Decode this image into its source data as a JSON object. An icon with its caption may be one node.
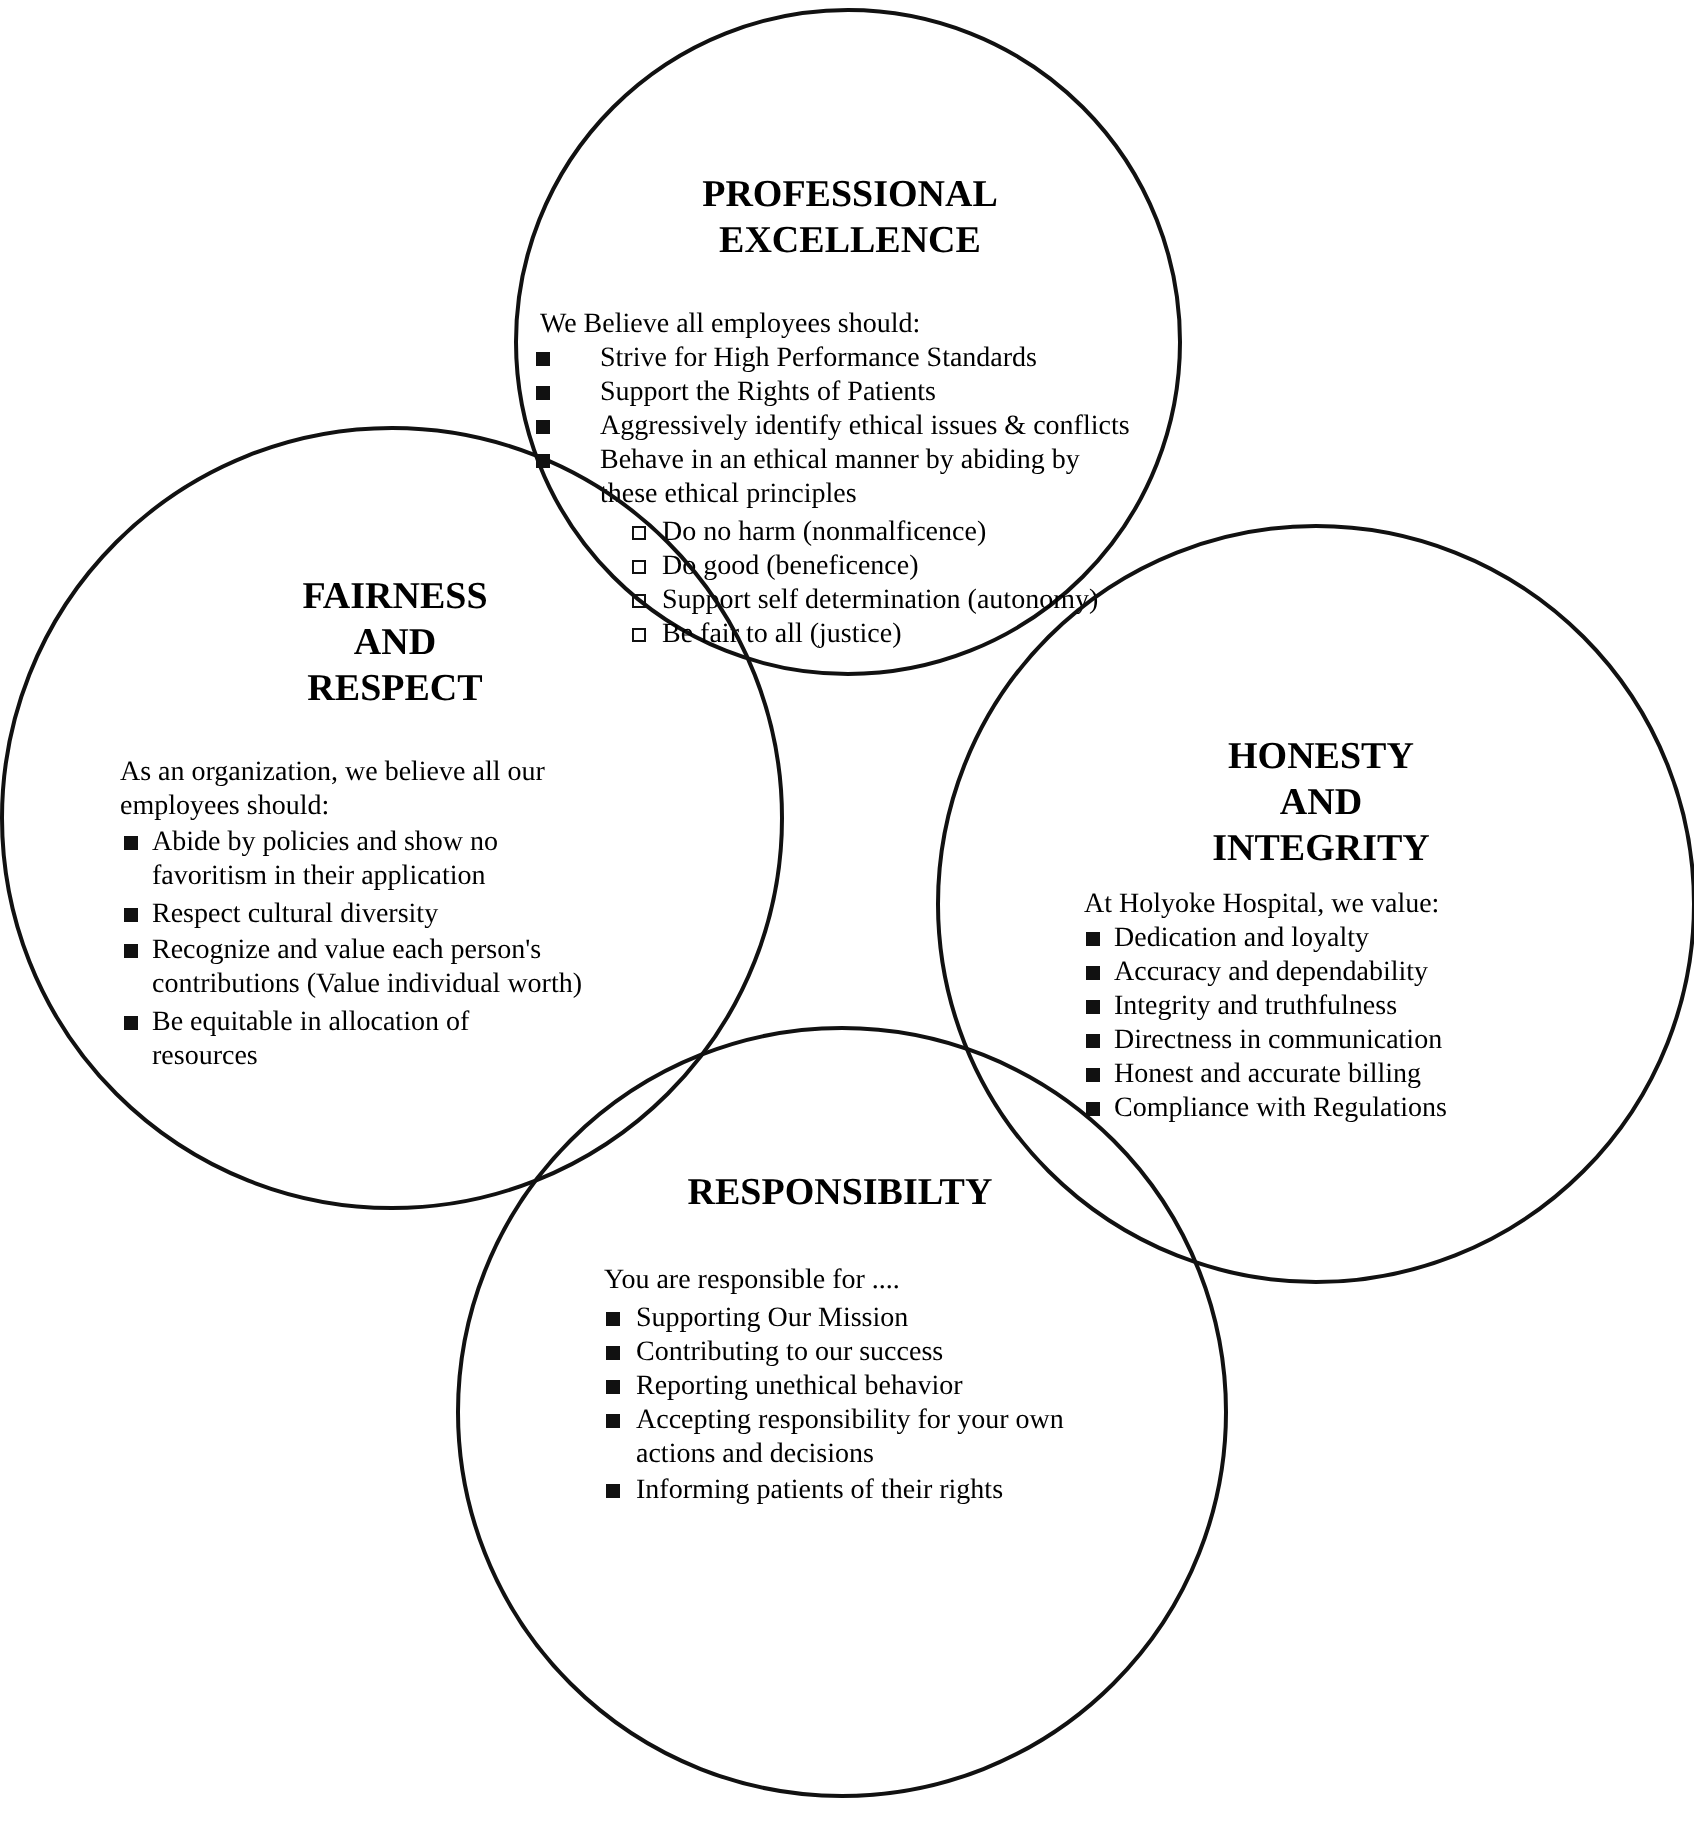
{
  "diagram": {
    "nodes": [
      {
        "text": [
          "PROFESSIONAL EXCELLENCE",
          "We Believe all employees should:",
          "Strive for High Performance Standards",
          "Support the Rights of Patients",
          "Aggressively identify ethical issues & conflicts",
          "Behave in an ethical manner by abiding by these ethical principles",
          "Do no harm (nonmalficence)",
          "Do good (beneficence)",
          "Support self determination (autonomy)",
          "Be fair to all (justice)"
        ]
      },
      {
        "text": [
          "FAIRNESS AND RESPECT",
          "As an organization, we believe all our employees should:",
          "Abide by policies and show no favoritism in their application",
          "Respect cultural diversity",
          "Recognize and value each person's contributions (Value individual worth)",
          "Be equitable in allocation of resources"
        ]
      },
      {
        "text": [
          "HONESTY AND INTEGRITY",
          "At Holyoke Hospital, we value:",
          "Dedication and loyalty",
          "Accuracy and dependability",
          "Integrity and truthfulness",
          "Directness in communication",
          "Honest and accurate billing",
          "Compliance with Regulations"
        ]
      },
      {
        "text": [
          "RESPONSIBILTY",
          "You are responsible for ....",
          "Supporting Our Mission",
          "Contributing to our success",
          "Reporting unethical behavior",
          "Accepting responsibility for your own actions and decisions",
          "Informing patients of their rights"
        ]
      }
    ],
    "edges": []
  }
}
